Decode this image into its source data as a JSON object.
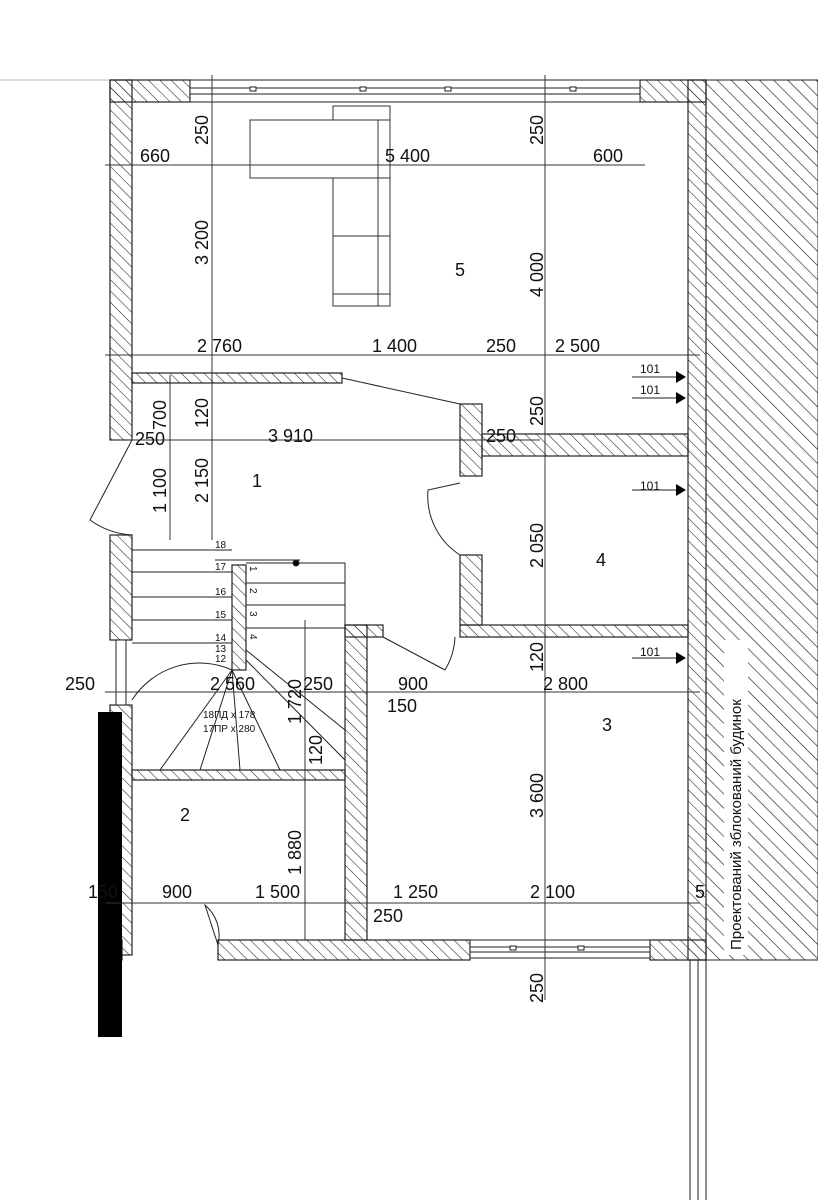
{
  "rooms": [
    {
      "id": "room-1",
      "label": "1"
    },
    {
      "id": "room-2",
      "label": "2"
    },
    {
      "id": "room-3",
      "label": "3"
    },
    {
      "id": "room-4",
      "label": "4"
    },
    {
      "id": "room-5",
      "label": "5"
    }
  ],
  "dimensions": [
    "250",
    "660",
    "5 400",
    "600",
    "250",
    "3 200",
    "4 000",
    "2 760",
    "1 400",
    "250",
    "2 500",
    "700",
    "120",
    "250",
    "3 910",
    "250",
    "250",
    "1 100",
    "2 150",
    "2 050",
    "120",
    "250",
    "2 560",
    "1 720",
    "250",
    "900",
    "2 800",
    "150",
    "120",
    "3 600",
    "1 880",
    "150",
    "900",
    "1 500",
    "1 250",
    "2 100",
    "5",
    "250",
    "250"
  ],
  "stair_steps": [
    "18",
    "17",
    "16",
    "15",
    "14",
    "13",
    "12",
    "1",
    "2",
    "3",
    "4"
  ],
  "stair_note": [
    "18ПД х 178",
    "17ПР х 280"
  ],
  "outlet_tags": [
    "101",
    "101",
    "101",
    "101"
  ],
  "side_label": "Проектований зблокований будинок"
}
